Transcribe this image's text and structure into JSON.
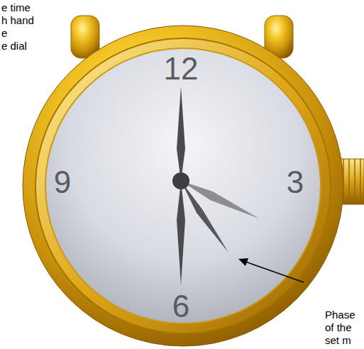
{
  "diagram": {
    "labels": [
      "e time",
      "h hand",
      "e",
      "e dial",
      "12",
      "9",
      "3",
      "6",
      "Phase",
      "of the",
      "set m"
    ]
  }
}
